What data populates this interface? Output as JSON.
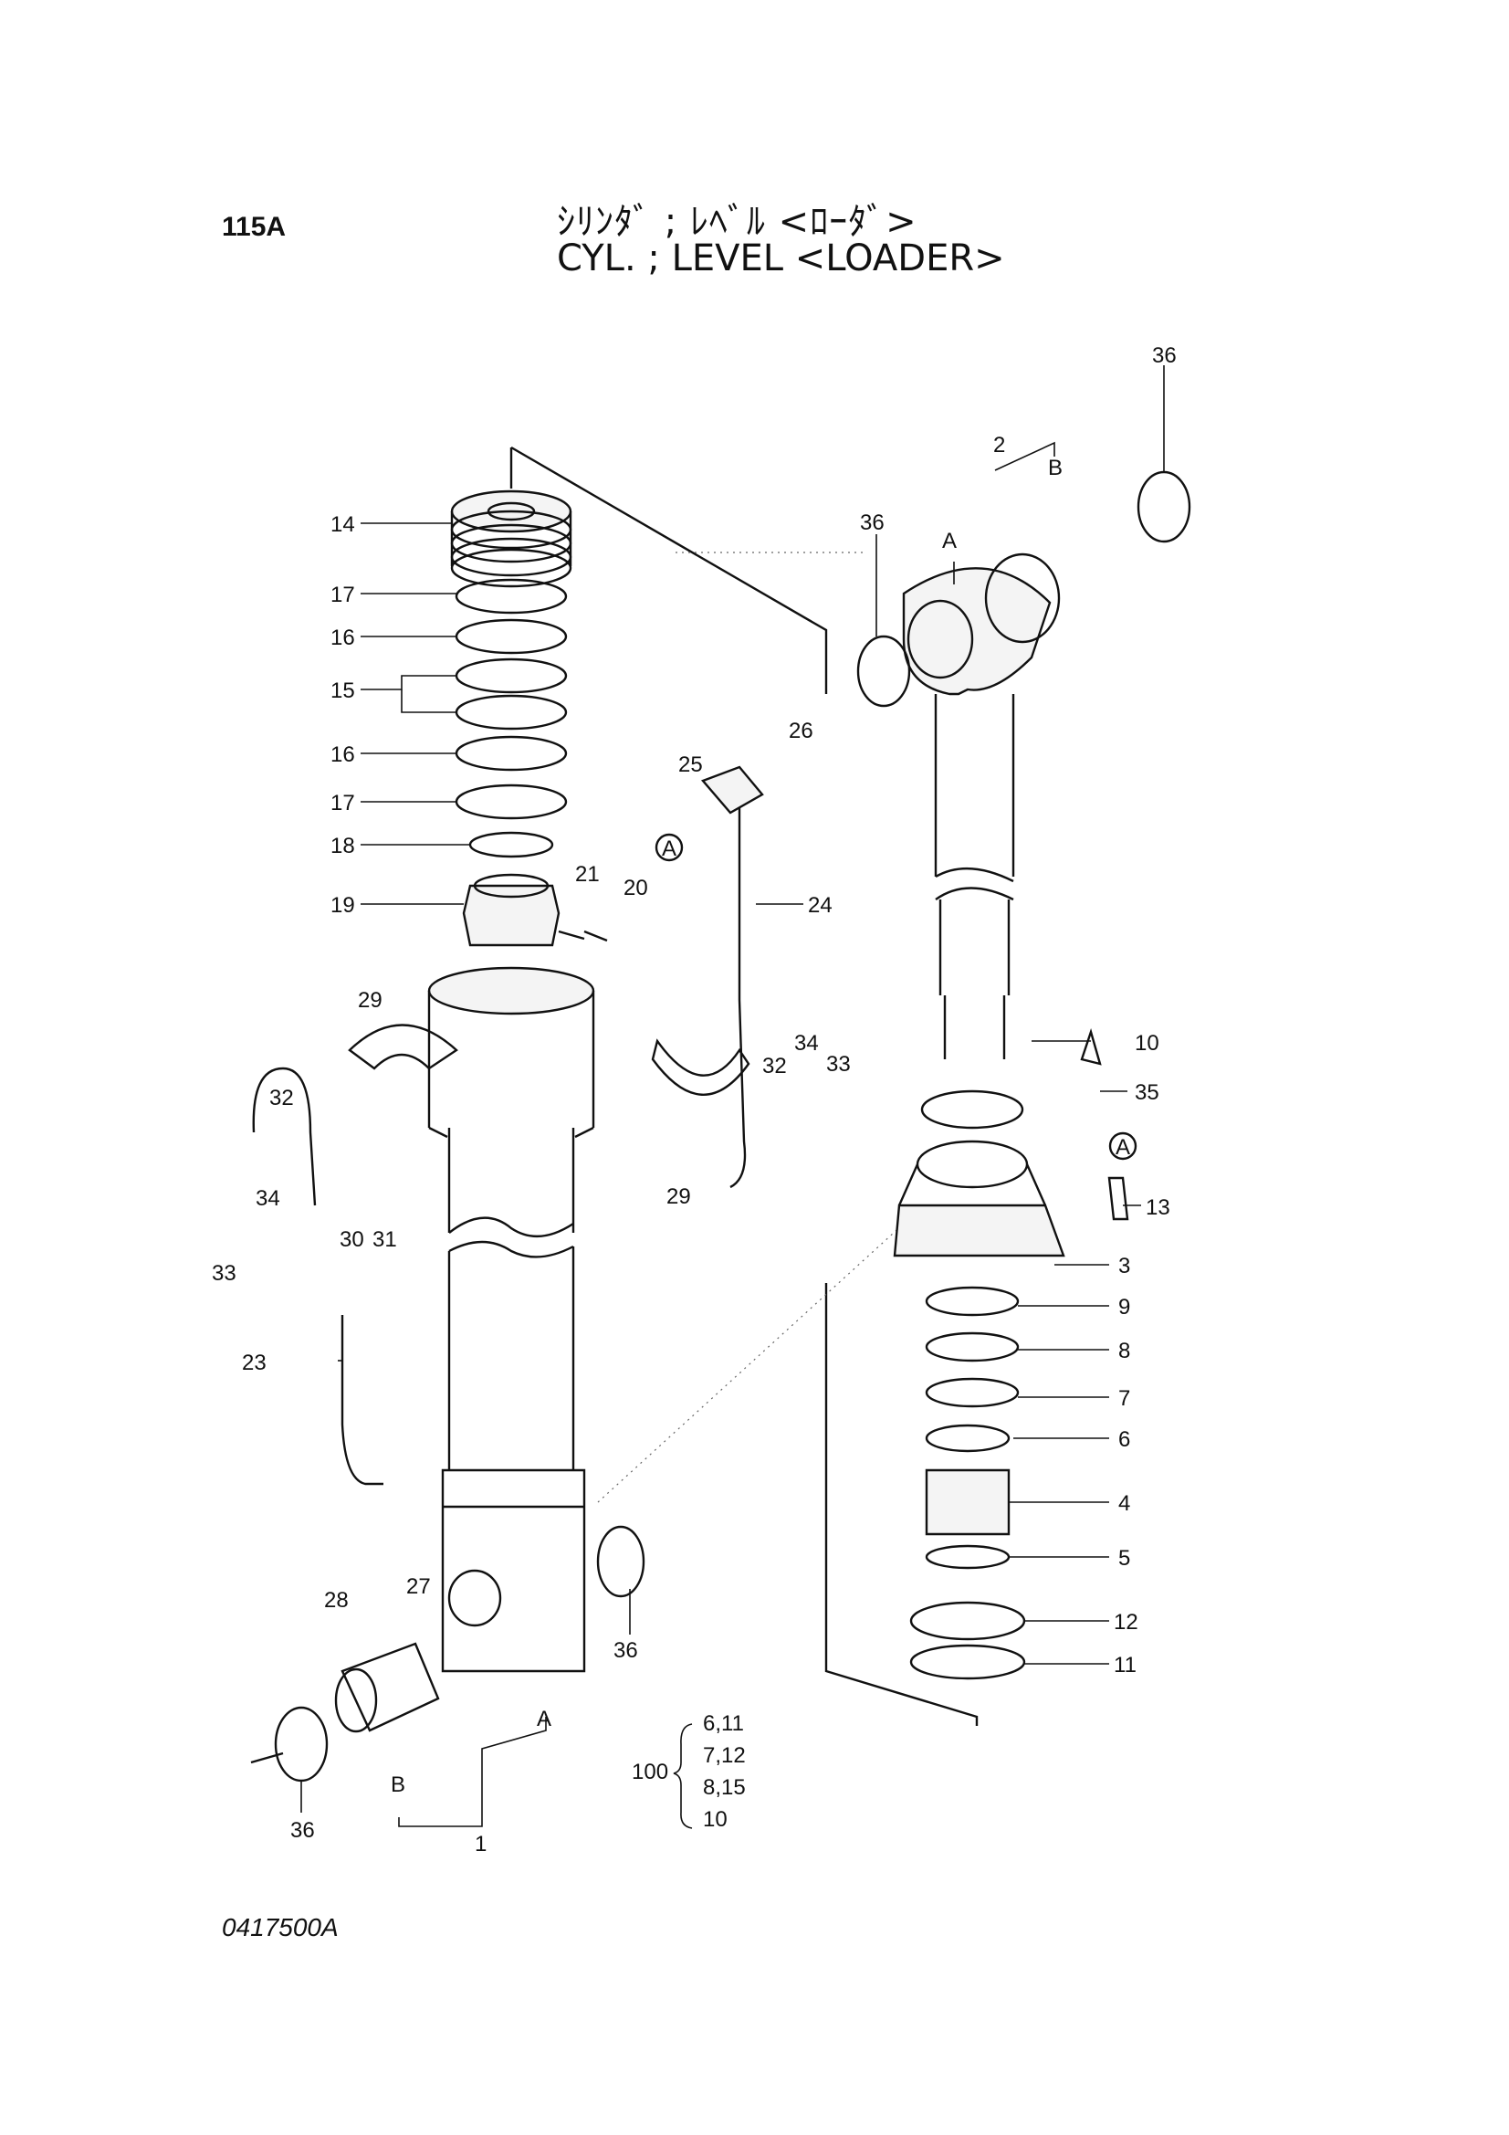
{
  "header": {
    "page_code": "115A",
    "title_jp": "ｼﾘﾝﾀﾞ ; ﾚﾍﾞﾙ <ﾛｰﾀﾞ>",
    "title_en": "CYL. ; LEVEL <LOADER>"
  },
  "footer": {
    "drawing_number": "0417500A"
  },
  "callouts": {
    "c1": "1",
    "c2": "2",
    "c3": "3",
    "c4": "4",
    "c5": "5",
    "c6": "6",
    "c7": "7",
    "c8": "8",
    "c9": "9",
    "c10": "10",
    "c10b": "10",
    "c11": "11",
    "c12": "12",
    "c13": "13",
    "c14": "14",
    "c15": "15",
    "c16a": "16",
    "c16b": "16",
    "c17a": "17",
    "c17b": "17",
    "c18": "18",
    "c19": "19",
    "c20": "20",
    "c21": "21",
    "c23": "23",
    "c24": "24",
    "c25": "25",
    "c26": "26",
    "c27": "27",
    "c28": "28",
    "c29a": "29",
    "c29b": "29",
    "c30": "30",
    "c31": "31",
    "c32a": "32",
    "c32b": "32",
    "c33a": "33",
    "c33b": "33",
    "c34a": "34",
    "c34b": "34",
    "c35": "35",
    "c36a": "36",
    "c36b": "36",
    "c36c": "36",
    "c36d": "36"
  },
  "markers": {
    "a_left": "A",
    "b_left": "B",
    "a_right": "A",
    "b_right": "B",
    "circle_a1": "A",
    "circle_a2": "A"
  },
  "kit": {
    "number": "100",
    "items": [
      "6,11",
      "7,12",
      "8,15",
      "10"
    ]
  }
}
